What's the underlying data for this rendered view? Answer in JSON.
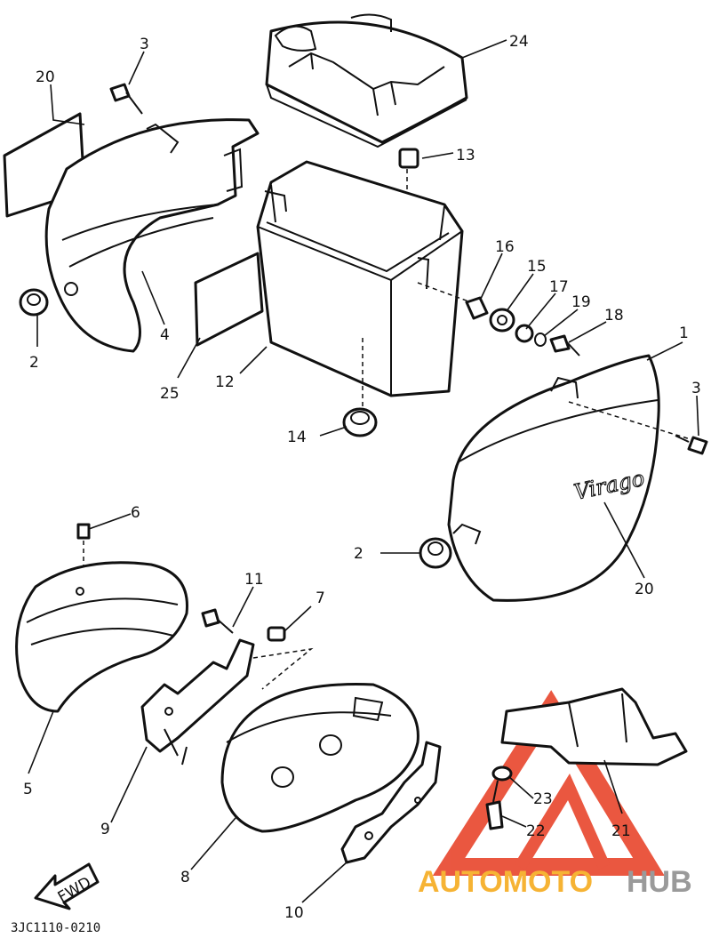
{
  "diagram_code": "3JC1110-0210",
  "fwd_label": "FWD",
  "script_emblem": "Virago",
  "watermark": {
    "part1": "AUTOMOTO",
    "part2": "HUB",
    "accent_color": "#e8452c",
    "auto_color": "#f6b334",
    "hub_color": "#9a9a9a"
  },
  "callouts": {
    "c1": "1",
    "c2a": "2",
    "c2b": "2",
    "c3a": "3",
    "c3b": "3",
    "c4": "4",
    "c5": "5",
    "c6": "6",
    "c7": "7",
    "c8": "8",
    "c9": "9",
    "c10": "10",
    "c11": "11",
    "c12": "12",
    "c13": "13",
    "c14": "14",
    "c15": "15",
    "c16": "16",
    "c17": "17",
    "c18": "18",
    "c19": "19",
    "c20a": "20",
    "c20b": "20",
    "c21": "21",
    "c22": "22",
    "c23": "23",
    "c24": "24",
    "c25": "25"
  }
}
